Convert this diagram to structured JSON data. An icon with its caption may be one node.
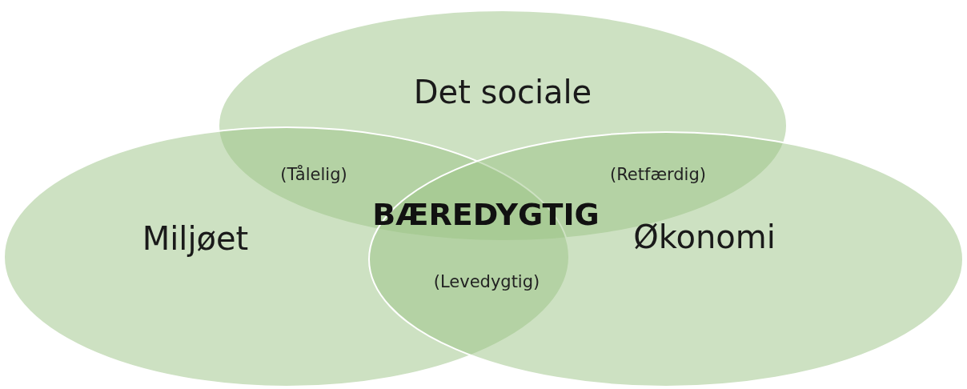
{
  "diagram": {
    "nodes": [
      {
        "text": [
          "Det sociale"
        ]
      },
      {
        "text": [
          "Miljøet"
        ]
      },
      {
        "text": [
          "Økonomi"
        ]
      }
    ],
    "labels": [
      "(Tålelig)",
      "(Retfærdig)",
      "BÆREDYGTIG",
      "(Levedygtig)"
    ]
  }
}
